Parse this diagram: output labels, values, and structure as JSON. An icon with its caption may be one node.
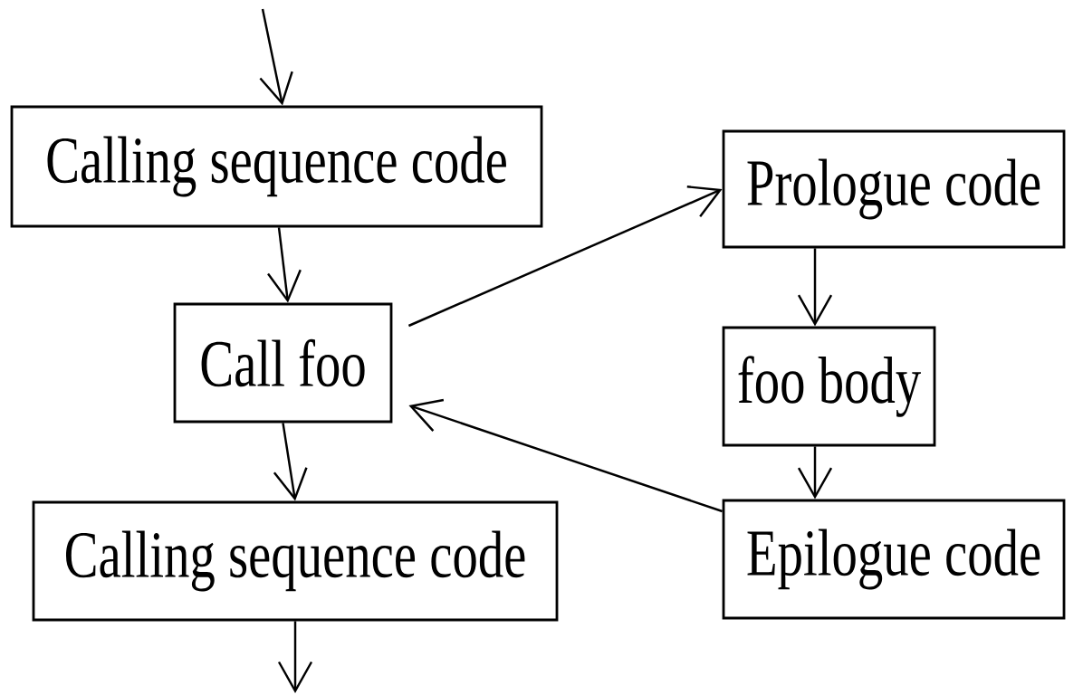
{
  "diagram": {
    "nodes": [
      {
        "text": [
          "Calling sequence code"
        ]
      },
      {
        "text": [
          "Call foo"
        ]
      },
      {
        "text": [
          "Calling sequence code"
        ]
      },
      {
        "text": [
          "Prologue code"
        ]
      },
      {
        "text": [
          "foo body"
        ]
      },
      {
        "text": [
          "Epilogue code"
        ]
      }
    ],
    "edges": [
      {
        "from": null,
        "to": 0,
        "arrow": "to"
      },
      {
        "from": 0,
        "to": 1,
        "arrow": "to"
      },
      {
        "from": 1,
        "to": 2,
        "arrow": "to"
      },
      {
        "from": 2,
        "to": null,
        "arrow": "to"
      },
      {
        "from": 1,
        "to": 3,
        "arrow": "to"
      },
      {
        "from": 3,
        "to": 4,
        "arrow": "to"
      },
      {
        "from": 4,
        "to": 5,
        "arrow": "to"
      },
      {
        "from": 5,
        "to": 1,
        "arrow": "to"
      }
    ]
  }
}
